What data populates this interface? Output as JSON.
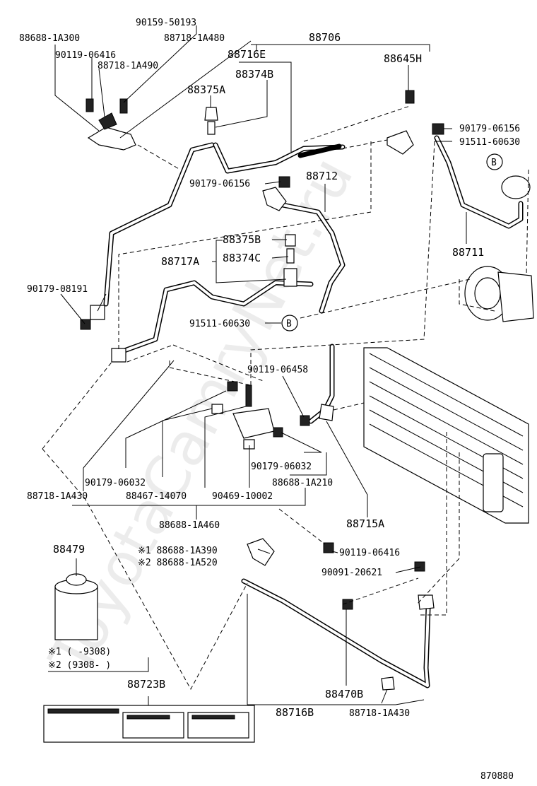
{
  "watermark": "ToyotaCamryNet.ru",
  "diagram_number": "870880",
  "legend": {
    "note1_range": "※1 (      -9308)",
    "note2_range": "※2 (9308-      )"
  },
  "labels": {
    "p88688_1A300": "88688-1A300",
    "p90159_50193": "90159-50193",
    "p88718_1A480": "88718-1A480",
    "p90119_06416_top": "90119-06416",
    "p88718_1A490": "88718-1A490",
    "p88706": "88706",
    "p88716E": "88716E",
    "p88645H": "88645H",
    "p88374B": "88374B",
    "p88375A": "88375A",
    "p90179_06156_top": "90179-06156",
    "p91511_60630_top": "91511-60630",
    "pB_top": "B",
    "p90179_06156_mid": "90179-06156",
    "p88712": "88712",
    "p88711": "88711",
    "p88375B": "88375B",
    "p88717A": "88717A",
    "p88374C": "88374C",
    "p90179_08191": "90179-08191",
    "p91511_60630_mid": "91511-60630",
    "pB_mid": "B",
    "p90119_06458": "90119-06458",
    "p90179_06032_r": "90179-06032",
    "p90179_06032_l": "90179-06032",
    "p88688_1A210": "88688-1A210",
    "p88718_1A430_l": "88718-1A430",
    "p88467_14070": "88467-14070",
    "p90469_10002": "90469-10002",
    "p88715A": "88715A",
    "p88688_1A460": "88688-1A460",
    "p88479": "88479",
    "p88688_1A390": "※1 88688-1A390",
    "p88688_1A520": "※2 88688-1A520",
    "p90119_06416_bot": "90119-06416",
    "p90091_20621": "90091-20621",
    "p88723B": "88723B",
    "p88470B": "88470B",
    "p88716B": "88716B",
    "p88718_1A430_b": "88718-1A430"
  }
}
